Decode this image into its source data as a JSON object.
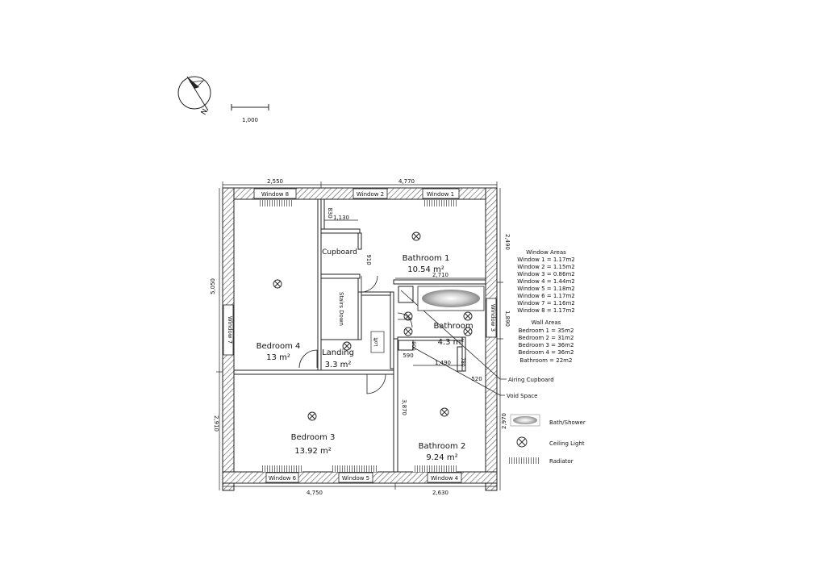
{
  "scale_bar": {
    "label": "1,000"
  },
  "rooms": {
    "bathroom1": {
      "name": "Bathroom 1",
      "area": "10.54 m²"
    },
    "bedroom4": {
      "name": "Bedroom 4",
      "area": "13 m²"
    },
    "landing": {
      "name": "Landing",
      "area": "3.3 m²"
    },
    "bathroom": {
      "name": "Bathroom",
      "area": "4.3 m²"
    },
    "bedroom3": {
      "name": "Bedroom 3",
      "area": "13.92 m²"
    },
    "bathroom2": {
      "name": "Bathroom 2",
      "area": "9.24 m²"
    },
    "cupboard": {
      "name": "Cupboard"
    },
    "stairs": {
      "name": "Stairs Down"
    },
    "loft": {
      "name": "Loft"
    }
  },
  "windows": {
    "w1": "Window 1",
    "w2": "Window 2",
    "w3": "Window 3",
    "w4": "Window 4",
    "w5": "Window 5",
    "w6": "Window 6",
    "w7": "Window 7",
    "w8": "Window 8"
  },
  "dimensions": {
    "top_left": "2,550",
    "top_right": "4,770",
    "right_upper": "2,490",
    "right_middle": "1,890",
    "right_lower": "2,970",
    "left_upper": "5,050",
    "left_lower": "2,910",
    "bottom_left": "4,750",
    "bottom_right": "2,630",
    "cupboard_width": "1,130",
    "small_830": "830",
    "small_910": "910",
    "bath_width": "2,710",
    "bathroom_width": "1,490",
    "void_590": "590",
    "small_900": "900",
    "small_520": "520",
    "airing_780": "780",
    "bath2_height": "3,870"
  },
  "annotations": {
    "airing_cupboard": "Airing Cupboard",
    "void_space": "Void Space"
  },
  "window_areas": {
    "title": "Window Areas",
    "lines": [
      "Window 1 = 1.17m2",
      "Window 2 = 1.15m2",
      "Window 3 = 0.86m2",
      "Window 4 = 1.44m2",
      "Window 5 = 1.18m2",
      "Window 6 = 1.17m2",
      "Window 7 = 1.16m2",
      "Window 8 = 1.17m2"
    ]
  },
  "wall_areas": {
    "title": "Wall Areas",
    "lines": [
      "Bedroom 1 = 35m2",
      "Bedroom 2 = 31m2",
      "Bedroom 3 = 36m2",
      "Bedroom 4 = 36m2",
      "Bathroom = 22m2"
    ]
  },
  "legend": {
    "bath": "Bath/Shower",
    "light": "Ceiling Light",
    "radiator": "Radiator"
  }
}
